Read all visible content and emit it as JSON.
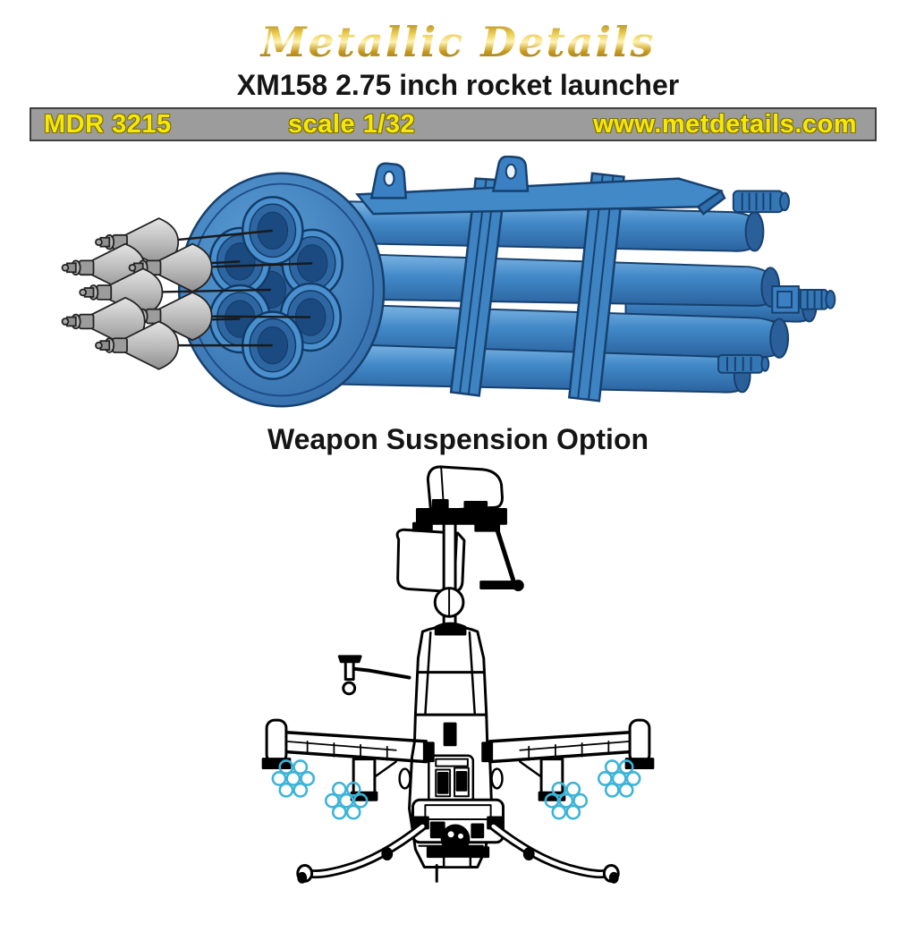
{
  "header": {
    "logo_text": "Metallic Details",
    "title": "XM158 2.75 inch rocket launcher"
  },
  "banner": {
    "product_code": "MDR 3215",
    "scale_label": "scale 1/32",
    "website": "www.metdetails.com"
  },
  "sections": {
    "suspension_heading": "Weapon Suspension Option"
  },
  "colors": {
    "banner_background": "#9c9c9c",
    "banner_text_yellow": "#f6e70a",
    "logo_gold": "#c79b22",
    "launcher_blue": "#4289c8",
    "launcher_outline_navy": "#16406e",
    "warhead_grey": "#b9b9b9",
    "pod_tube_cyan": "#3cb4d8",
    "drawing_line": "#000000"
  },
  "figures": {
    "launcher_render": {
      "icon_name": "rocket-launcher-3d-render",
      "tube_count": 7,
      "rocket_count": 7
    },
    "helicopter_drawing": {
      "icon_name": "helicopter-front-view-drawing",
      "rocket_pod_count": 4,
      "tubes_per_pod": 7
    }
  }
}
